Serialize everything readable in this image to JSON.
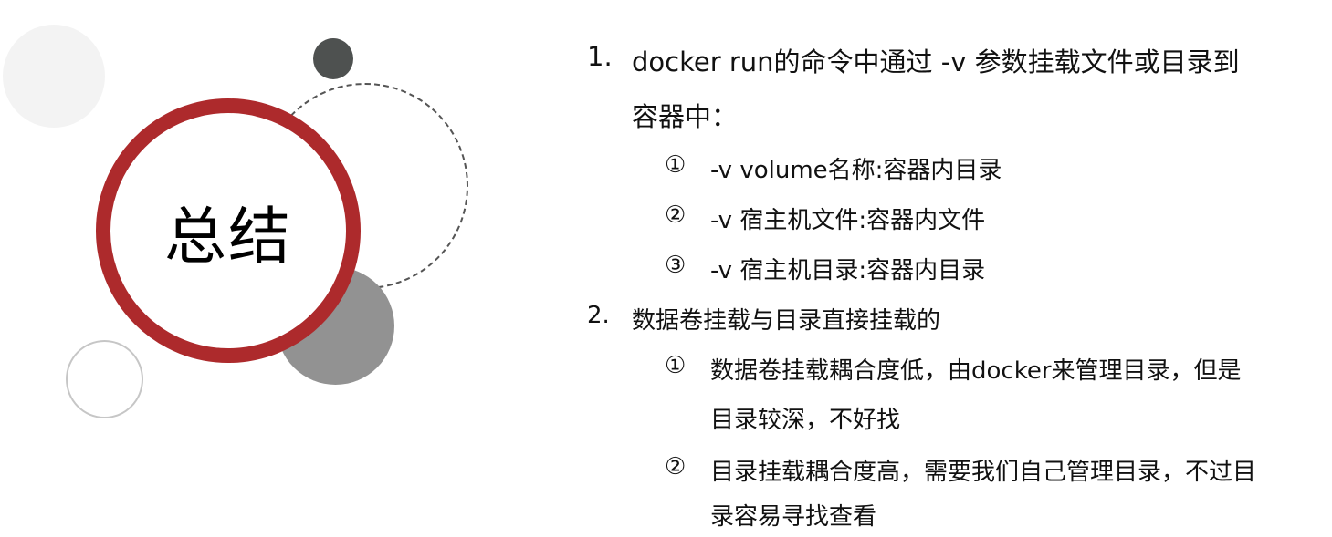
{
  "slide": {
    "title": "总结",
    "colors": {
      "accent_red": "#ad2a2c",
      "dark_circle": "#4e5150",
      "grey_circle": "#929292",
      "light_circle": "#f3f3f3",
      "outline_circle": "#c6c6c6",
      "dashed_circle": "#555555"
    }
  },
  "summary": {
    "items": [
      {
        "number": "1.",
        "text_line1": "docker run的命令中通过 -v 参数挂载文件或目录到",
        "text_line2": "容器中：",
        "subitems": [
          {
            "marker": "①",
            "text": "-v volume名称:容器内目录"
          },
          {
            "marker": "②",
            "text": "-v 宿主机文件:容器内文件"
          },
          {
            "marker": "③",
            "text": "-v 宿主机目录:容器内目录"
          }
        ]
      },
      {
        "number": "2.",
        "text_line1": "数据卷挂载与目录直接挂载的",
        "subitems": [
          {
            "marker": "①",
            "text_line1": "数据卷挂载耦合度低，由docker来管理目录，但是",
            "text_line2": "目录较深，不好找"
          },
          {
            "marker": "②",
            "text_line1": "目录挂载耦合度高，需要我们自己管理目录，不过目",
            "text_line2": "录容易寻找查看"
          }
        ]
      }
    ]
  }
}
